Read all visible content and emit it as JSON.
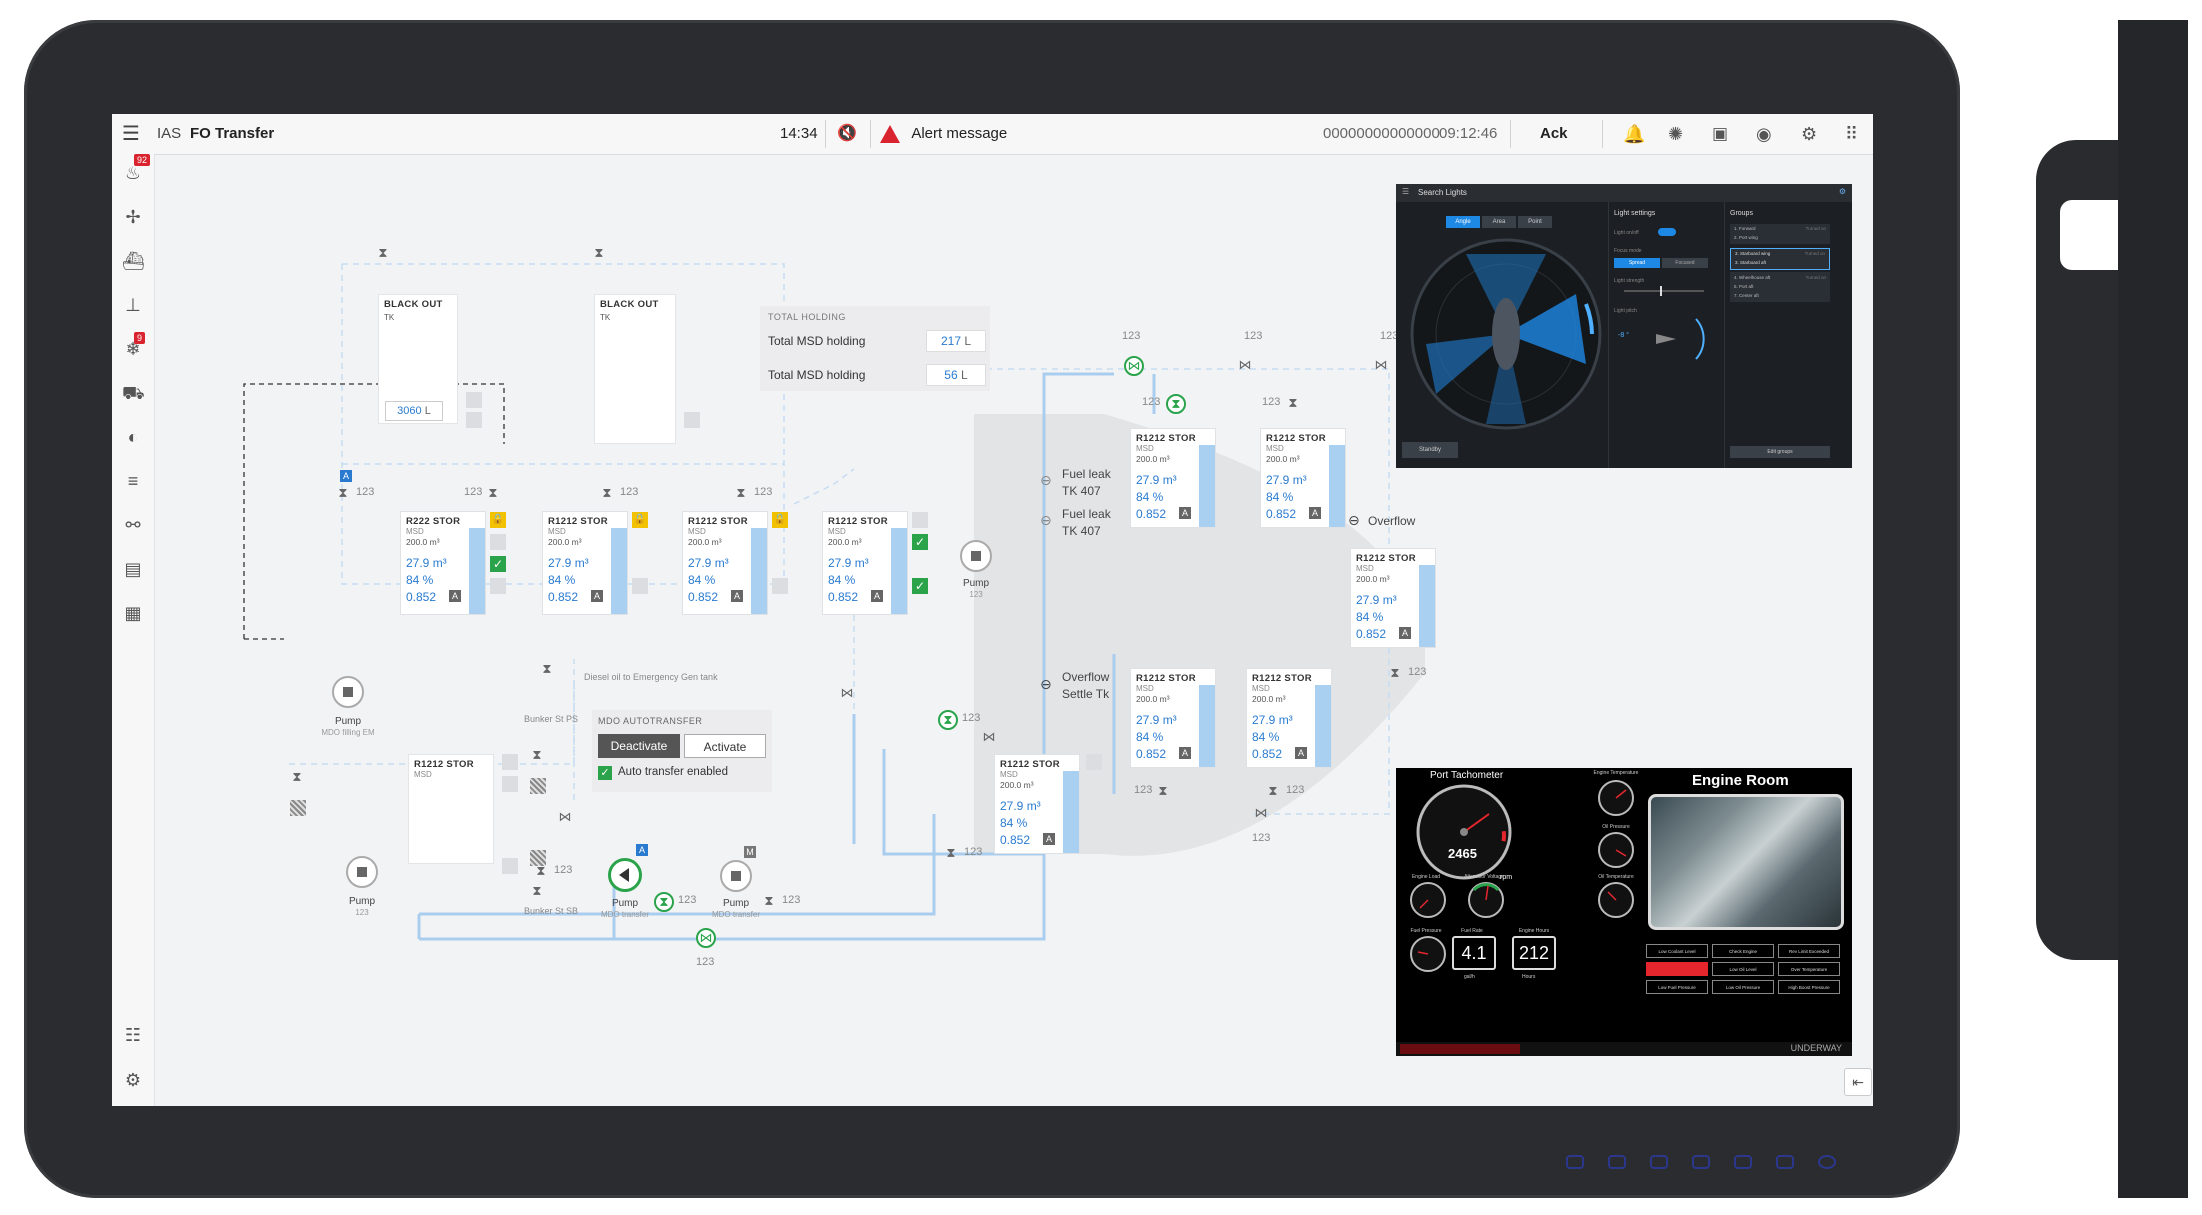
{
  "topbar": {
    "app": "IAS",
    "title": "FO Transfer",
    "time": "14:34",
    "alert": "Alert message",
    "alert_code": "00000000000000",
    "alert_time": "09:12:46",
    "ack": "Ack"
  },
  "sidebar": {
    "badge_top": "92",
    "badge_mid": "9"
  },
  "diagram": {
    "black_out_1": {
      "name": "BLACK OUT",
      "sub": "TK",
      "value": "3060",
      "unit": "L"
    },
    "black_out_2": {
      "name": "BLACK OUT",
      "sub": "TK"
    },
    "total_holding": {
      "title": "TOTAL HOLDING",
      "row1_label": "Total MSD holding",
      "row1_value": "217",
      "row1_unit": "L",
      "row2_label": "Total MSD holding",
      "row2_value": "56",
      "row2_unit": "L"
    },
    "tanks": [
      {
        "name": "R222 STOR",
        "sub": "MSD",
        "cap": "200.0 m³",
        "v1": "27.9 m³",
        "v2": "84 %",
        "v3": "0.852",
        "mode": "A"
      },
      {
        "name": "R1212 STOR",
        "sub": "MSD",
        "cap": "200.0 m³",
        "v1": "27.9 m³",
        "v2": "84 %",
        "v3": "0.852",
        "mode": "A"
      },
      {
        "name": "R1212 STOR",
        "sub": "MSD",
        "cap": "200.0 m³",
        "v1": "27.9 m³",
        "v2": "84 %",
        "v3": "0.852",
        "mode": "A"
      },
      {
        "name": "R1212 STOR",
        "sub": "MSD",
        "cap": "200.0 m³",
        "v1": "27.9 m³",
        "v2": "84 %",
        "v3": "0.852",
        "mode": "A"
      },
      {
        "name": "R1212 STOR",
        "sub": "MSD",
        "cap": "200.0 m³",
        "v1": "27.9 m³",
        "v2": "84 %",
        "v3": "0.852",
        "mode": "A"
      },
      {
        "name": "R1212 STOR",
        "sub": "MSD",
        "cap": "200.0 m³",
        "v1": "27.9 m³",
        "v2": "84 %",
        "v3": "0.852",
        "mode": "A"
      },
      {
        "name": "R1212 STOR",
        "sub": "MSD",
        "cap": "200.0 m³",
        "v1": "27.9 m³",
        "v2": "84 %",
        "v3": "0.852",
        "mode": "A"
      },
      {
        "name": "R1212 STOR",
        "sub": "MSD",
        "cap": "200.0 m³",
        "v1": "27.9 m³",
        "v2": "84 %",
        "v3": "0.852",
        "mode": "A"
      },
      {
        "name": "R1212 STOR",
        "sub": "MSD",
        "cap": "200.0 m³",
        "v1": "27.9 m³",
        "v2": "84 %",
        "v3": "0.852",
        "mode": "A"
      },
      {
        "name": "R1212 STOR",
        "sub": "MSD",
        "cap": "200.0 m³",
        "v1": "27.9 m³",
        "v2": "84 %",
        "v3": "0.852",
        "mode": "A"
      }
    ],
    "small_tank": {
      "name": "R1212 STOR",
      "sub": "MSD"
    },
    "fuel_leak_1": "Fuel leak",
    "fuel_leak_1_tk": "TK 407",
    "fuel_leak_2": "Fuel leak",
    "fuel_leak_2_tk": "TK 407",
    "overflow": "Overflow",
    "overflow_settle": "Overflow",
    "overflow_settle_tk": "Settle Tk",
    "diesel_label": "Diesel oil to Emergency Gen tank",
    "bunker_ps": "Bunker St PS",
    "bunker_sb": "Bunker St SB",
    "autotransfer": {
      "title": "MDO AUTOTRANSFER",
      "deactivate": "Deactivate",
      "activate": "Activate",
      "enabled": "Auto transfer enabled"
    },
    "pumps": {
      "p1": {
        "label": "Pump",
        "sub": "MDO filling EM"
      },
      "p2": {
        "label": "Pump",
        "sub": "123"
      },
      "p3": {
        "label": "Pump",
        "sub": "123"
      },
      "p4": {
        "label": "Pump",
        "sub": "MDO transfer"
      },
      "p5": {
        "label": "Pump",
        "sub": "MDO transfer"
      }
    },
    "num": "123"
  },
  "lights_panel": {
    "title": "Search Lights",
    "tab1": "Angle",
    "tab2": "Area",
    "tab3": "Point",
    "settings_title": "Light settings",
    "on_off": "Light on/off",
    "focus_mode": "Focus mode",
    "opt1": "Spread",
    "opt2": "Focused",
    "strength": "Light strength",
    "pitch": "Light pitch",
    "pitch_value": "-8 °",
    "groups_title": "Groups",
    "groups": [
      "1. Forward",
      "2. Port wing",
      "3. Starboard wing",
      "3. Starboard aft",
      "4. Wheelhouse aft",
      "5. Port aft",
      "7. Center aft"
    ],
    "group_state": "Turned on",
    "edit_groups": "Edit groups",
    "standby": "Standby"
  },
  "engine_panel": {
    "tacho_title": "Port Tachometer",
    "rpm_value": "2465",
    "rpm_unit": "rpm",
    "room_title": "Engine Room",
    "fuel_rate_label": "Fuel Rate",
    "fuel_rate": "4.1",
    "fuel_rate_unit": "gal/h",
    "hours_label": "Engine Hours",
    "hours": "212",
    "hours_unit": "Hours",
    "gauges": [
      "Engine Temperature",
      "Oil Pressure",
      "Oil Temperature",
      "Engine Load",
      "Alternator Voltage",
      "Fuel Pressure"
    ],
    "alarm_buttons": [
      "Low Coolant Level",
      "Check Engine",
      "Rev Limit Exceeded",
      "",
      "Low Oil Level",
      "Over Temperature",
      "Low Fuel Pressure",
      "Low Oil Pressure",
      "High Boost Pressure"
    ],
    "status": "UNDERWAY",
    "accent": "#e5262d"
  },
  "colors": {
    "accent_blue": "#2a7bd0",
    "ok_green": "#2aa34a",
    "alert_red": "#d9232e",
    "lock_yellow": "#f2c200"
  }
}
